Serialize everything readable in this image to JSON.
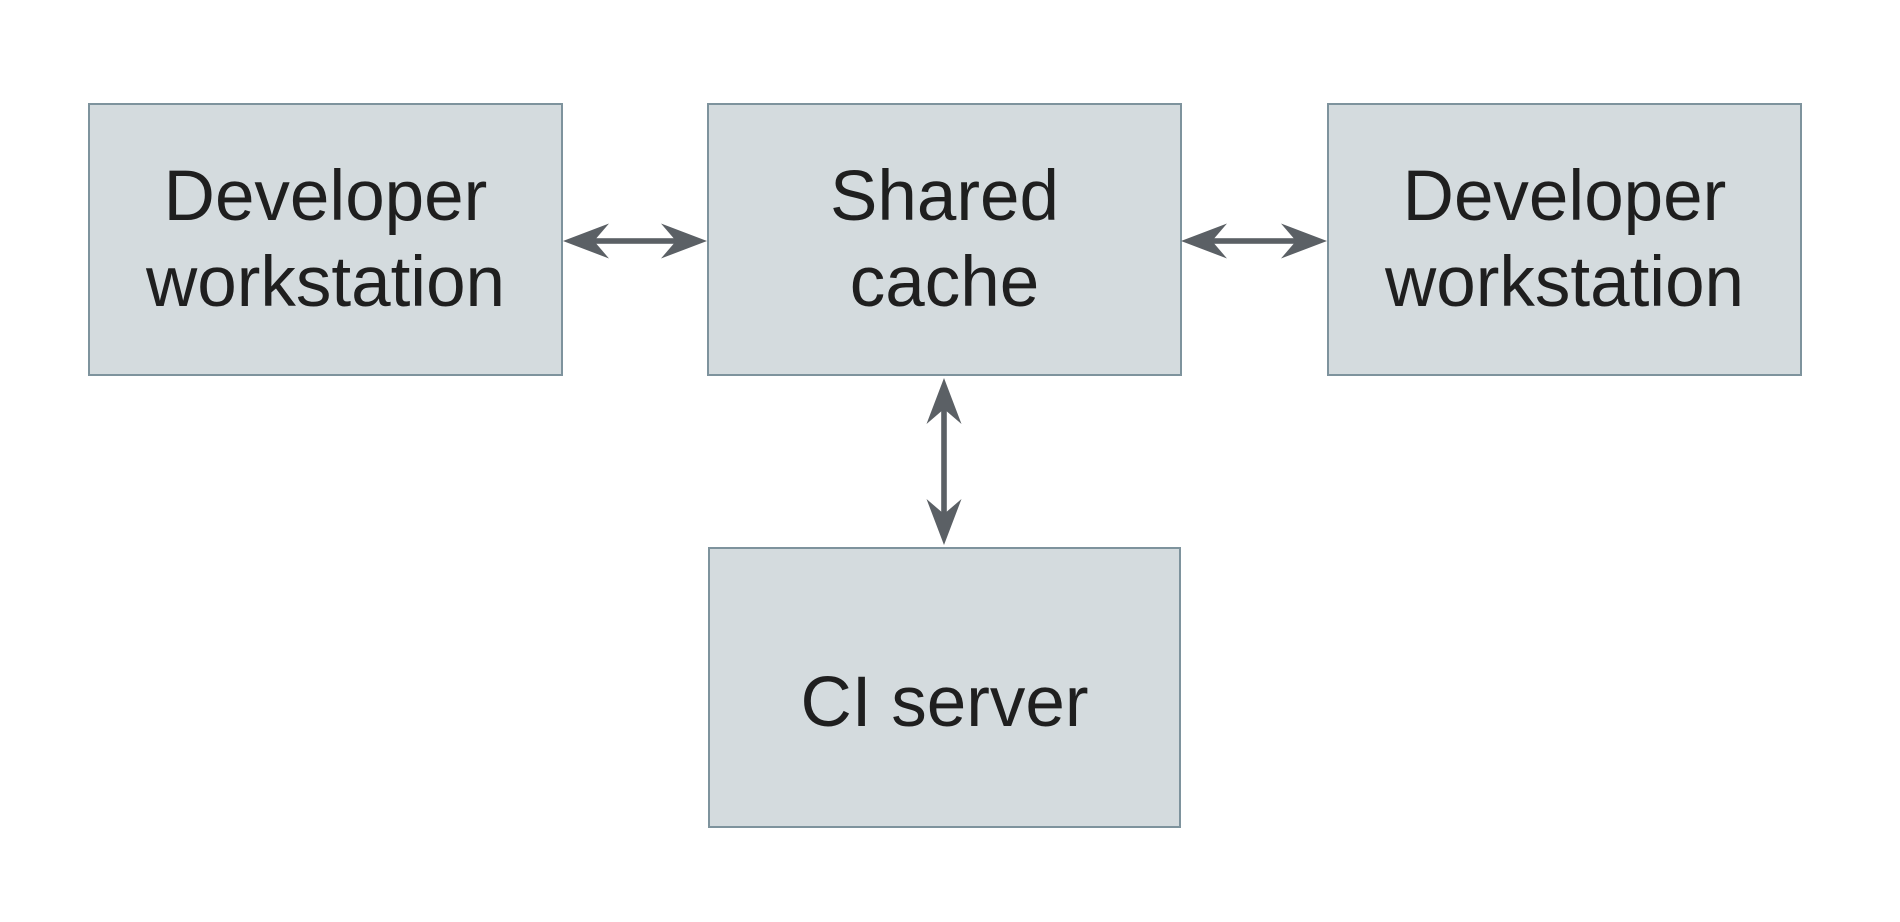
{
  "meta": {
    "type": "architecture-diagram",
    "description": "Shared cache diagram connecting developer workstations and CI server"
  },
  "theme": {
    "background": "#ffffff",
    "node_fill": "#d4dbde",
    "node_border": "#7e939d",
    "node_text": "#1f1f1f",
    "arrow": "#5b6065"
  },
  "diagram": {
    "nodes": [
      {
        "id": "developer-workstation-left",
        "label": "Developer\nworkstation"
      },
      {
        "id": "shared-cache",
        "label": "Shared\ncache"
      },
      {
        "id": "developer-workstation-right",
        "label": "Developer\nworkstation"
      },
      {
        "id": "ci-server",
        "label": "CI server"
      }
    ],
    "edges": [
      {
        "from": "developer-workstation-left",
        "to": "shared-cache",
        "direction": "bidirectional",
        "orientation": "horizontal"
      },
      {
        "from": "developer-workstation-right",
        "to": "shared-cache",
        "direction": "bidirectional",
        "orientation": "horizontal"
      },
      {
        "from": "ci-server",
        "to": "shared-cache",
        "direction": "bidirectional",
        "orientation": "vertical"
      }
    ]
  }
}
